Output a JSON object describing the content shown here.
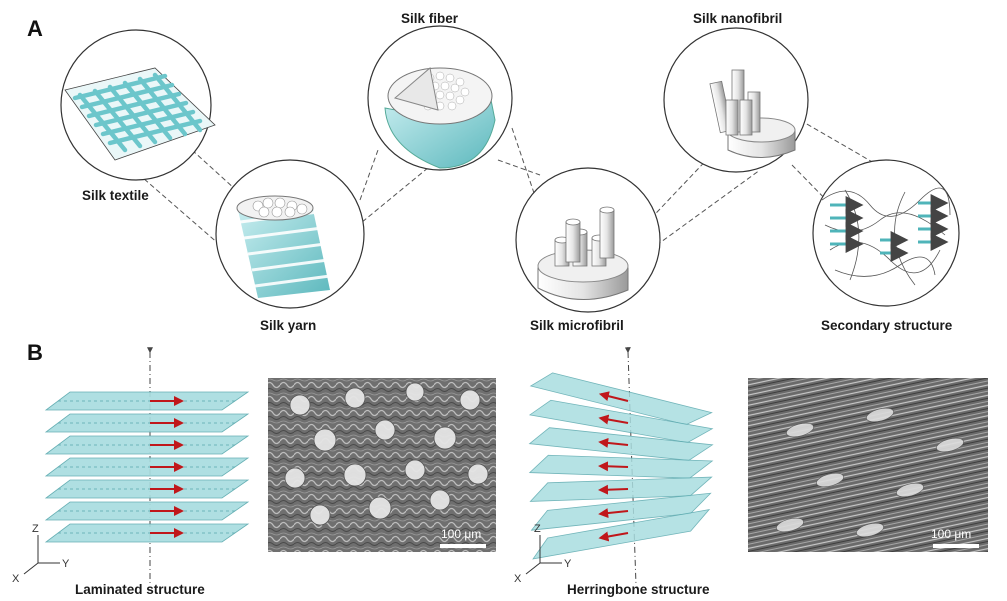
{
  "panels": {
    "a": {
      "letter": "A"
    },
    "b": {
      "letter": "B"
    }
  },
  "hierarchy": {
    "textile": "Silk textile",
    "yarn": "Silk yarn",
    "fiber": "Silk fiber",
    "microfibril": "Silk microfibril",
    "nanofibril": "Silk nanofibril",
    "secondary": "Secondary structure"
  },
  "structures": {
    "laminated": "Laminated structure",
    "herringbone": "Herringbone structure"
  },
  "scale_bar": "100 μm",
  "axes": {
    "x": "X",
    "y": "Y",
    "z": "Z"
  },
  "colors": {
    "teal": "#8fd3d6",
    "teal_dark": "#4fb4b9",
    "arrow_red": "#c0171b",
    "sem_gray": "#6b6b6b"
  }
}
